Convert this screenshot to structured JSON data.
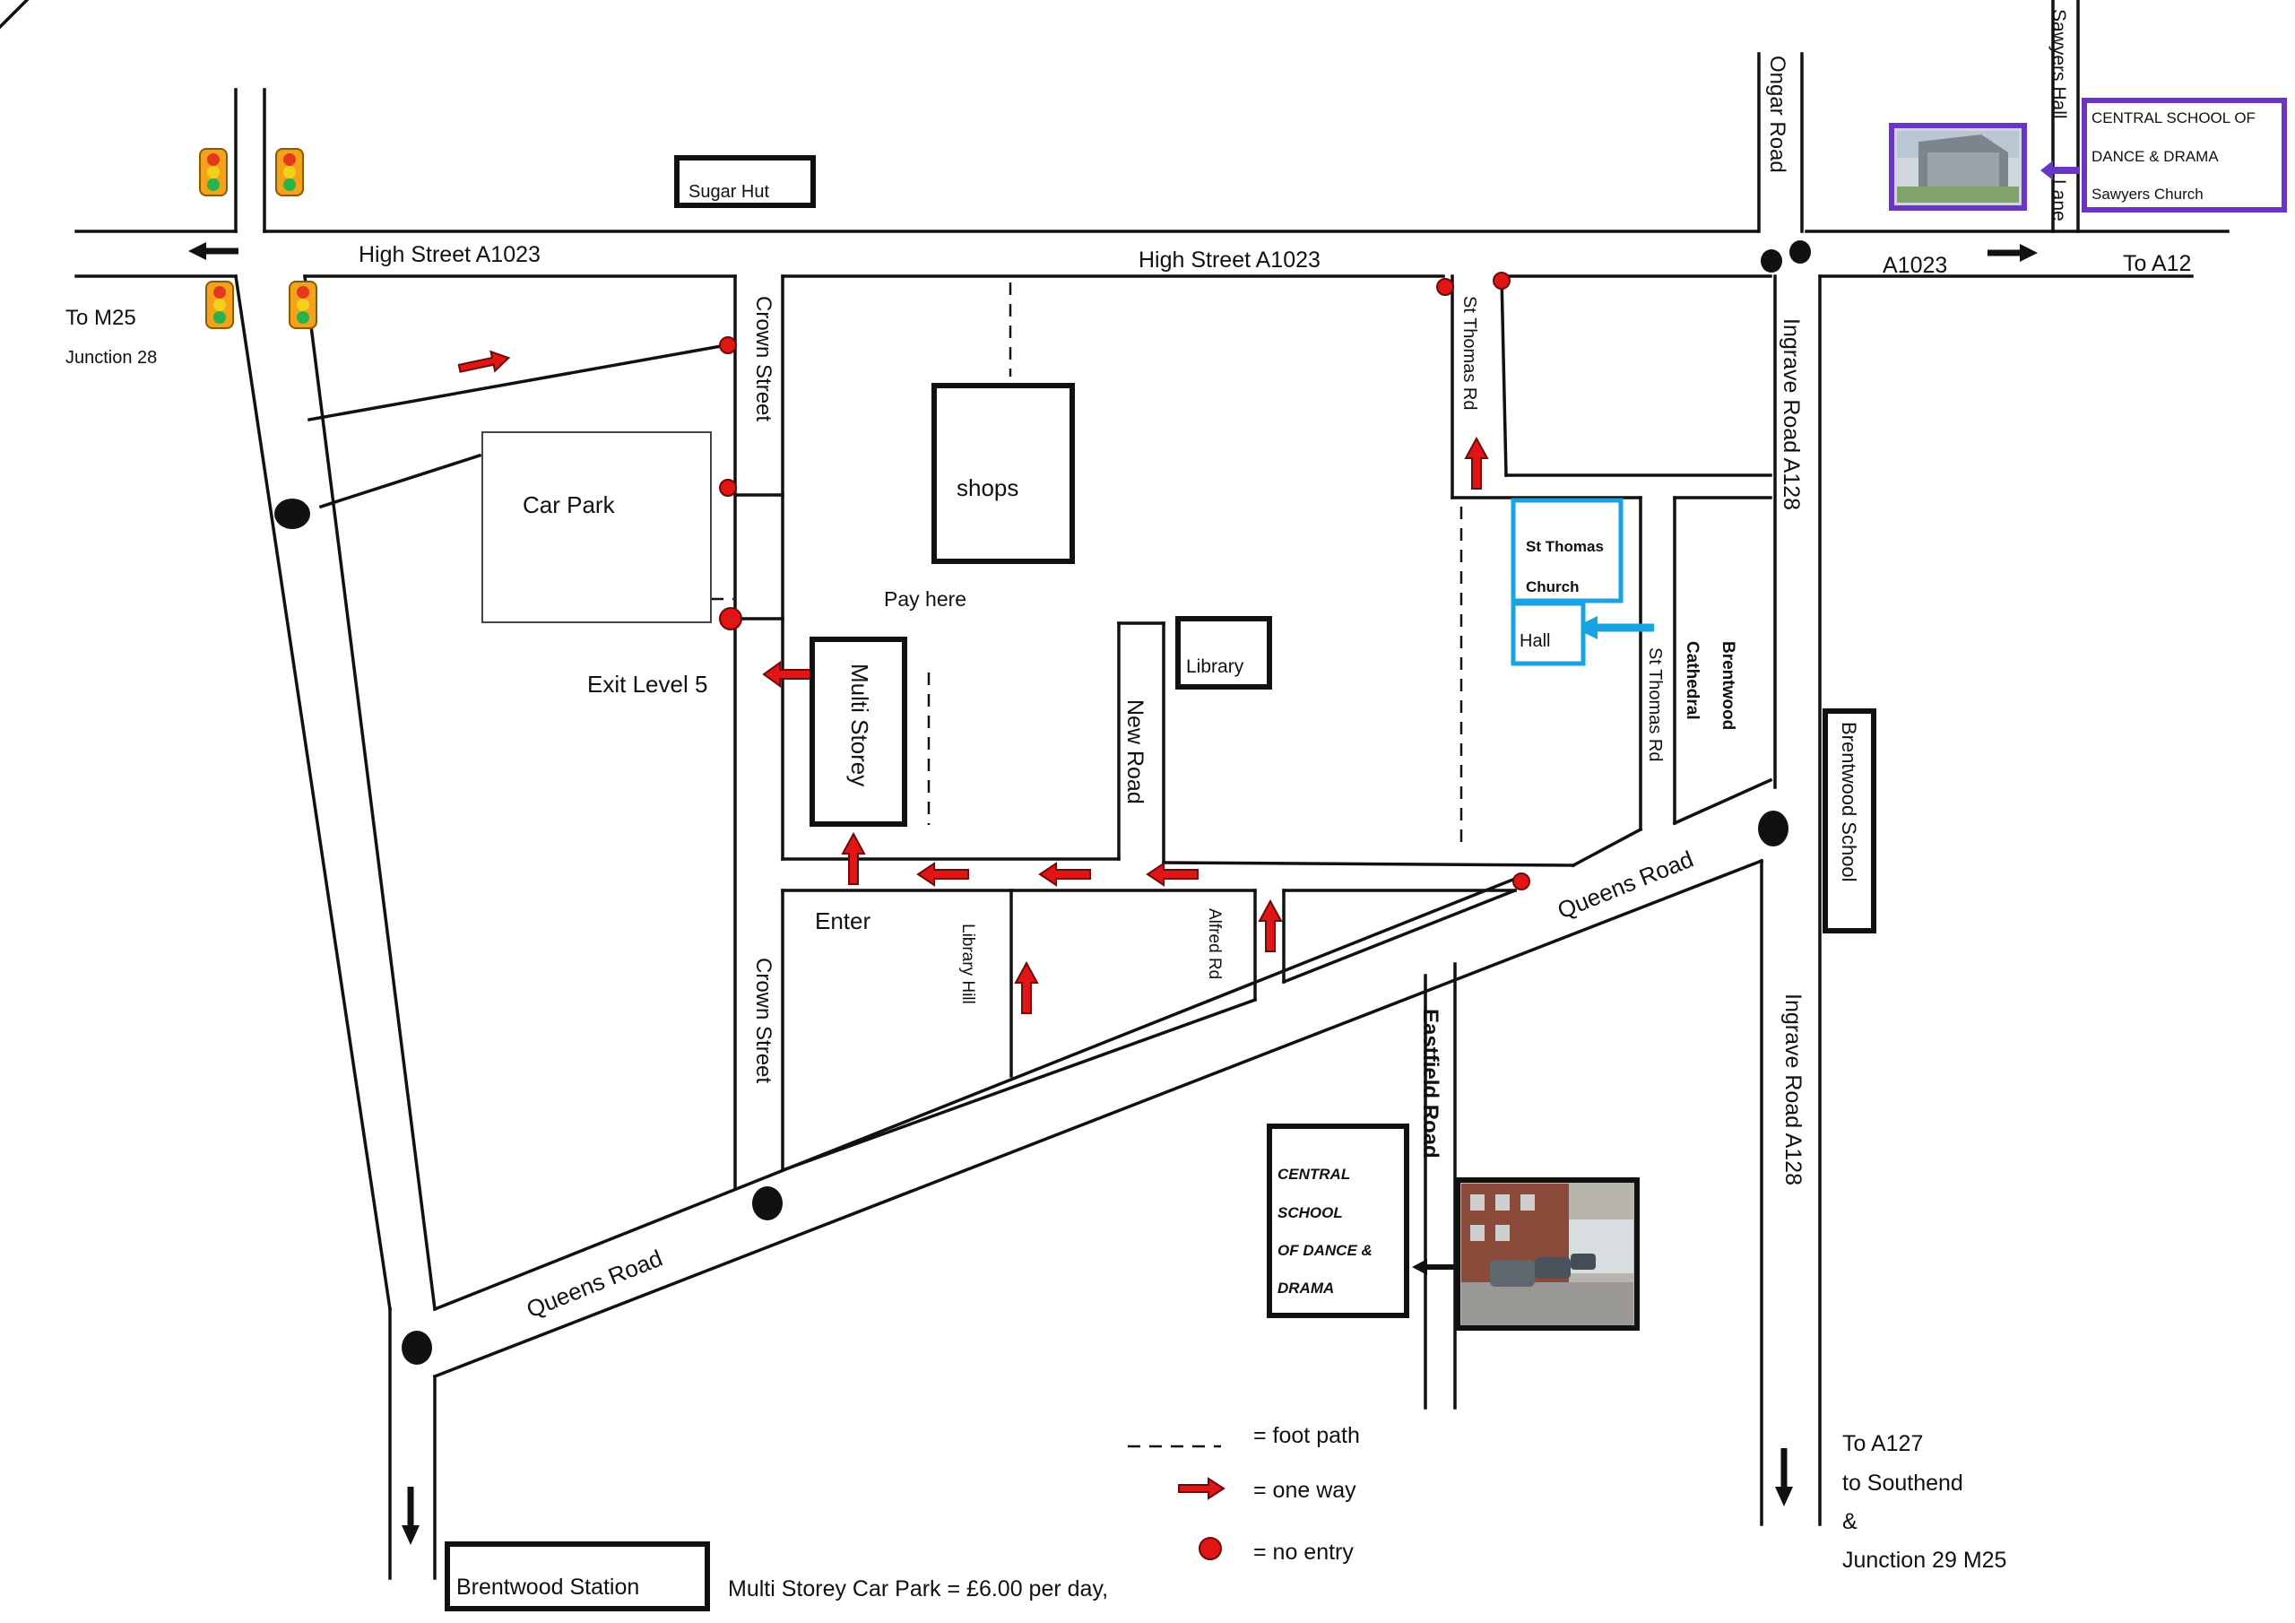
{
  "colors": {
    "road": "#111111",
    "one_way": "#e01515",
    "no_entry": "#e01515",
    "church_highlight": "#1aa3e0",
    "school_highlight": "#6a35c2",
    "background": "#ffffff"
  },
  "roads": {
    "high_street_west": "High Street A1023",
    "high_street_east": "High Street A1023",
    "a1023_east": "A1023",
    "to_a12": "To A12",
    "to_m25": "To M25",
    "junction_28": "Junction 28",
    "crown_street_north": "Crown Street",
    "crown_street_south": "Crown Street",
    "st_thomas_rd_north": "St Thomas Rd",
    "st_thomas_rd_south": "St Thomas Rd",
    "ongar_road": "Ongar Road",
    "ingrave_road_north": "Ingrave Road A128",
    "ingrave_road_south": "Ingrave Road A128",
    "sawyers_hall": "Sawyers Hall",
    "lane": "Lane",
    "new_road": "New Road",
    "library_hill": "Library Hill",
    "alfred_rd": "Alfred  Rd",
    "queens_road_east": "Queens Road",
    "queens_road_west": "Queens Road",
    "eastfield_road": "Eastfield Road",
    "to_a127_lines": [
      "To A127",
      "to Southend",
      "&",
      "Junction 29 M25"
    ]
  },
  "places": {
    "sugar_hut": "Sugar Hut",
    "car_park": "Car Park",
    "shops": "shops",
    "pay_here": "Pay here",
    "exit_level_5": "Exit Level 5",
    "multi_storey": "Multi Storey",
    "enter": "Enter",
    "library": "Library",
    "st_thomas_church_line1": "St Thomas",
    "st_thomas_church_line2": "Church",
    "hall": "Hall",
    "brentwood_cathedral_line1": "Brentwood",
    "brentwood_cathedral_line2": "Cathedral",
    "brentwood_school": "Brentwood School",
    "brentwood_station": "Brentwood Station",
    "central_school_south_lines": [
      "CENTRAL",
      "SCHOOL",
      "OF DANCE &",
      "DRAMA"
    ],
    "central_school_north_lines": [
      "CENTRAL SCHOOL OF",
      "DANCE & DRAMA",
      "Sawyers Church"
    ]
  },
  "legend": {
    "foot_path": "= foot path",
    "one_way": "= one way",
    "no_entry": "= no entry"
  },
  "parking_note": "Multi Storey Car Park = £6.00 per day,"
}
